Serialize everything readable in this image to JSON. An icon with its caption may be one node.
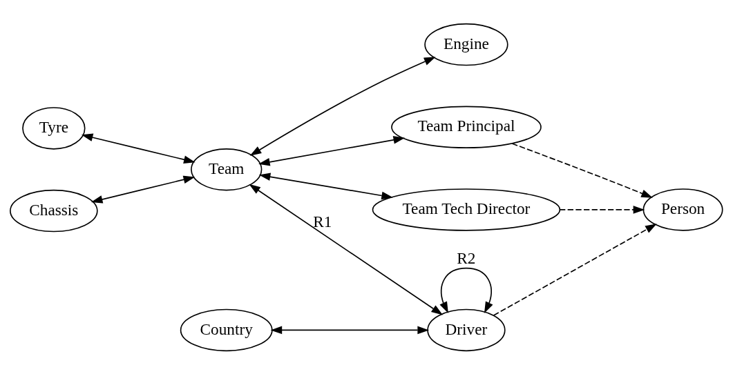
{
  "diagram": {
    "nodes": [
      {
        "text": [
          "Tyre"
        ]
      },
      {
        "text": [
          "Chassis"
        ]
      },
      {
        "text": [
          "Team Principal"
        ]
      },
      {
        "text": [
          "Team"
        ]
      },
      {
        "text": [
          "Team Tech Director"
        ]
      },
      {
        "text": [
          "Person"
        ]
      },
      {
        "text": [
          "Driver"
        ]
      },
      {
        "text": [
          "Engine"
        ]
      },
      {
        "text": [
          "Country"
        ]
      }
    ],
    "edges": [
      {
        "from": 0,
        "to": 3,
        "arrow": "both"
      },
      {
        "from": 1,
        "to": 3,
        "arrow": "both"
      },
      {
        "from": 3,
        "to": 2,
        "arrow": "both"
      },
      {
        "from": 3,
        "to": 4,
        "arrow": "both"
      },
      {
        "from": 3,
        "to": 6,
        "arrow": "both",
        "label": "R1"
      },
      {
        "from": 3,
        "to": 7,
        "arrow": "both"
      },
      {
        "from": 2,
        "to": 5,
        "arrow": "to",
        "style": "dashed"
      },
      {
        "from": 4,
        "to": 5,
        "arrow": "to",
        "style": "dashed"
      },
      {
        "from": 6,
        "to": 5,
        "arrow": "to",
        "style": "dashed"
      },
      {
        "from": 8,
        "to": 6,
        "arrow": "both"
      },
      {
        "from": 6,
        "to": 6,
        "arrow": "both",
        "label": "R2"
      }
    ]
  }
}
